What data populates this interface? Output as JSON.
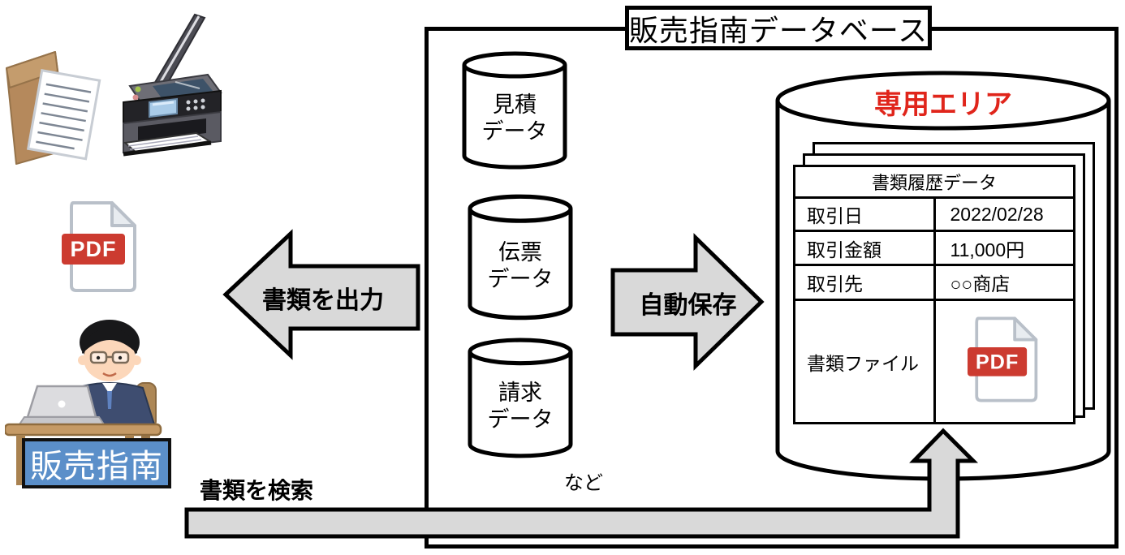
{
  "title": "販売指南データベース",
  "etc_label": "など",
  "source_cylinders": [
    {
      "line1": "見積",
      "line2": "データ"
    },
    {
      "line1": "伝票",
      "line2": "データ"
    },
    {
      "line1": "請求",
      "line2": "データ"
    }
  ],
  "dedicated_area": {
    "title": "専用エリア",
    "table": {
      "header": "書類履歴データ",
      "rows": [
        {
          "label": "取引日",
          "value": "2022/02/28"
        },
        {
          "label": "取引金額",
          "value": "11,000円"
        },
        {
          "label": "取引先",
          "value": "○○商店"
        },
        {
          "label": "書類ファイル",
          "value": "PDF"
        }
      ]
    }
  },
  "arrows": {
    "auto_save": "自動保存",
    "output": "書類を出力",
    "search": "書類を検索"
  },
  "left": {
    "pdf_icon_label": "PDF",
    "system_label": "販売指南"
  },
  "icons": [
    "envelope-documents-illustration",
    "scanner-printer-illustration",
    "pdf-file-icon",
    "worker-at-laptop-illustration",
    "database-cylinder"
  ],
  "colors": {
    "arrow_fill": "#d9d9d9",
    "outline": "#000000",
    "accent_red": "#e0251b",
    "pdf_red": "#cc3b30",
    "system_label_blue": "#5b8fc9"
  }
}
